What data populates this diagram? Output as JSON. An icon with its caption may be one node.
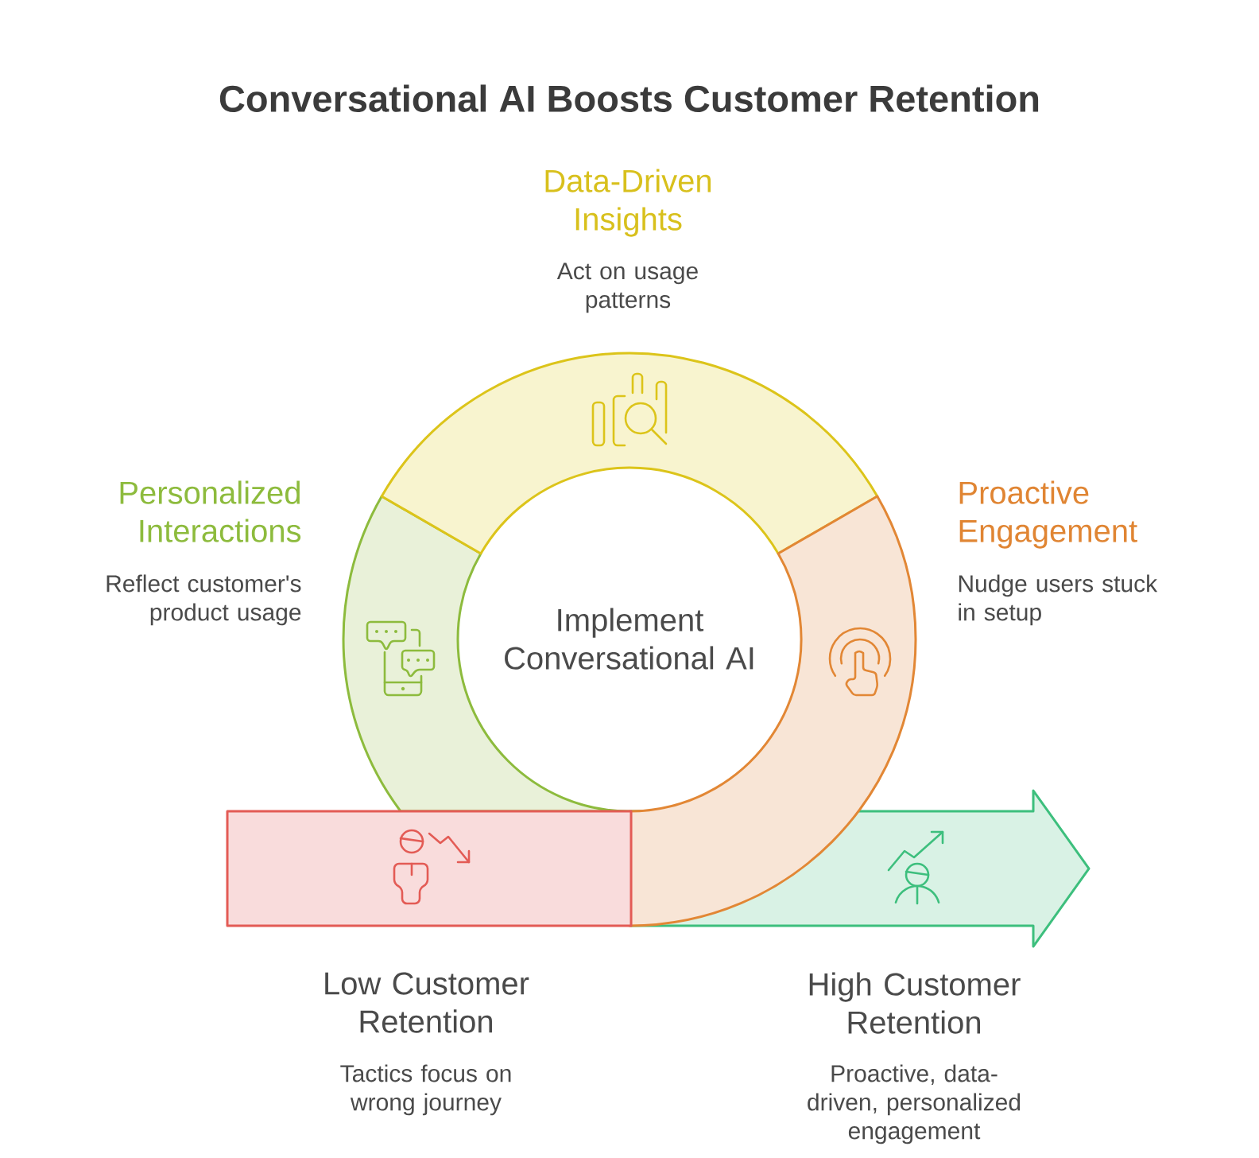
{
  "diagram": {
    "title": "Conversational AI Boosts Customer Retention",
    "nodes": [
      {
        "text": [
          "Data-Driven Insights",
          "Act on usage patterns"
        ]
      },
      {
        "text": [
          "Personalized Interactions",
          "Reflect customer's product usage"
        ]
      },
      {
        "text": [
          "Proactive Engagement",
          "Nudge users stuck in setup"
        ]
      },
      {
        "text": [
          "Implement Conversational AI"
        ]
      },
      {
        "text": [
          "Low Customer Retention",
          "Tactics focus on wrong journey"
        ]
      },
      {
        "text": [
          "High Customer Retention",
          "Proactive, data-driven, personalized engagement"
        ]
      }
    ]
  }
}
